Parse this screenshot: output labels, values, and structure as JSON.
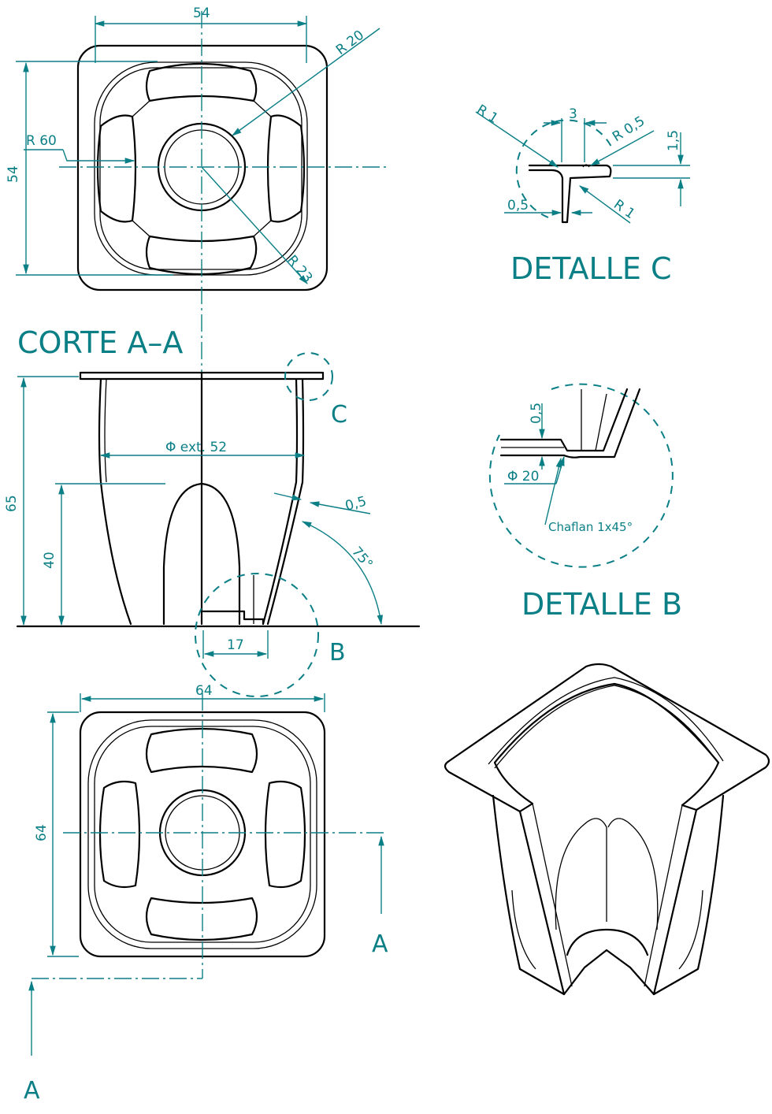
{
  "views": {
    "top": {
      "dim_width": "54",
      "dim_height": "54",
      "radius_outer": "R 20",
      "radius_inner": "R 60",
      "radius_corner": "R 23"
    },
    "section": {
      "title": "CORTE A–A",
      "diameter": "Φ ext. 52",
      "height_total": "65",
      "height_lower": "40",
      "wall": "0,5",
      "angle": "75°",
      "base": "17",
      "callout_b": "B",
      "callout_c": "C"
    },
    "bottom": {
      "dim_width": "64",
      "dim_height": "64",
      "section_mark_right": "A",
      "section_mark_left": "A"
    },
    "detail_c": {
      "title": "DETALLE C",
      "r1_top": "R 1",
      "gap": "3",
      "r05": "R 0,5",
      "flange": "1,5",
      "thickness": "0,5",
      "r1_bottom": "R 1"
    },
    "detail_b": {
      "title": "DETALLE B",
      "thickness": "0,5",
      "diameter": "Φ 20",
      "chamfer": "Chaflan 1x45°"
    }
  },
  "colors": {
    "dimension": "#0b7f86",
    "outline": "#000000"
  }
}
